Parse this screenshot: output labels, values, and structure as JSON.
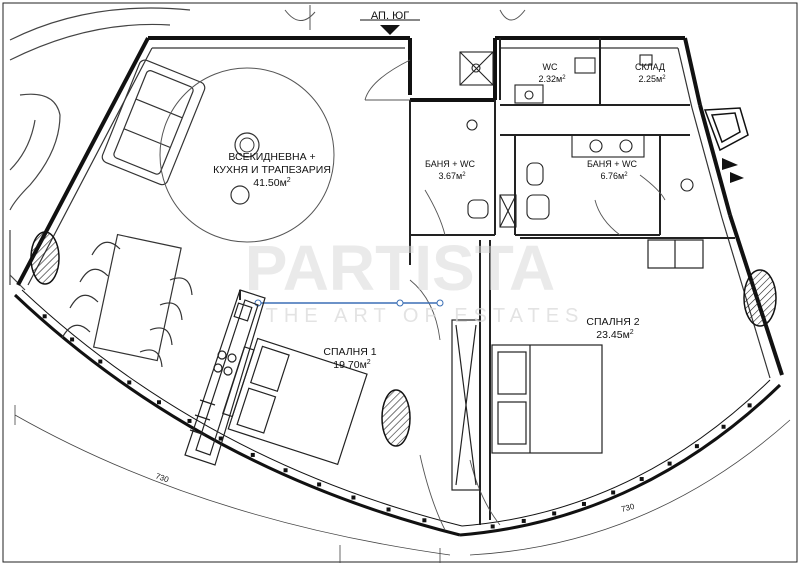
{
  "entrance": {
    "label": "АП. ЮГ"
  },
  "rooms": [
    {
      "id": "living",
      "name_line1": "ВСЕКИДНЕВНА +",
      "name_line2": "КУХНЯ И ТРАПЕЗАРИЯ",
      "area": "41.50",
      "unit": "м",
      "sup": "2"
    },
    {
      "id": "wc",
      "name": "WC",
      "area": "2.32",
      "unit": "м",
      "sup": "2"
    },
    {
      "id": "storage",
      "name": "СКЛАД",
      "area": "2.25",
      "unit": "м",
      "sup": "2"
    },
    {
      "id": "bath1",
      "name": "БАНЯ + WC",
      "area": "3.67",
      "unit": "м",
      "sup": "2"
    },
    {
      "id": "bath2",
      "name": "БАНЯ + WC",
      "area": "6.76",
      "unit": "м",
      "sup": "2"
    },
    {
      "id": "bedroom1",
      "name": "СПАЛНЯ 1",
      "area": "19.70",
      "unit": "м",
      "sup": "2"
    },
    {
      "id": "bedroom2",
      "name": "СПАЛНЯ 2",
      "area": "23.45",
      "unit": "м",
      "sup": "2"
    }
  ],
  "dimensions": [
    {
      "id": "dim-left",
      "value": "730"
    },
    {
      "id": "dim-right",
      "value": "730"
    }
  ],
  "watermark": {
    "main": "PARTISTA",
    "sub": "THE ART OF ESTATES"
  },
  "colors": {
    "wall": "#111111",
    "line": "#333333",
    "thin": "#888888",
    "accent": "#3b6fb5",
    "watermark": "#d9d9d9"
  }
}
